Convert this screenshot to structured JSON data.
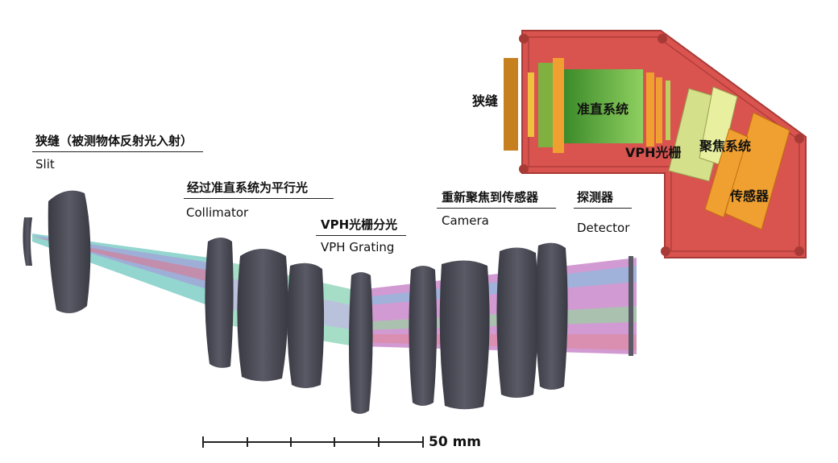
{
  "labels": {
    "slit_zh": "狭缝（被测物体反射光入射）",
    "slit_en": "Slit",
    "collimator_zh": "经过准直系统为平行光",
    "collimator_en": "Collimator",
    "grating_zh": "VPH光栅分光",
    "grating_en": "VPH Grating",
    "camera_zh": "重新聚焦到传感器",
    "camera_en": "Camera",
    "detector_zh": "探测器",
    "detector_en": "Detector"
  },
  "scale_bar": {
    "label": "50 mm"
  },
  "inset": {
    "slit": "狭缝",
    "collimator": "准直系统",
    "grating": "VPH光栅",
    "focus": "聚焦系统",
    "sensor": "传感器"
  },
  "colors": {
    "housing": "#d9534f",
    "lens": "#4a4a55",
    "collimator_green": "#5fae3a",
    "orange": "#f0a030"
  }
}
